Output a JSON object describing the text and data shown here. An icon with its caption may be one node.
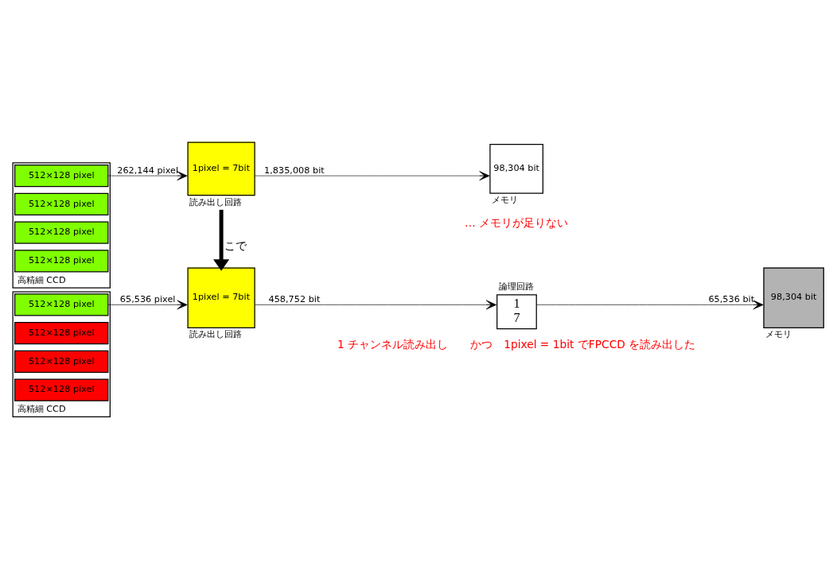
{
  "diagram": {
    "nodes": [
      {
        "text": [
          "高精細 CCD"
        ]
      },
      {
        "text": [
          "512×128 pixel"
        ],
        "in": 0
      },
      {
        "text": [
          "512×128 pixel"
        ],
        "in": 0
      },
      {
        "text": [
          "512×128 pixel"
        ],
        "in": 0
      },
      {
        "text": [
          "512×128 pixel"
        ],
        "in": 0
      },
      {
        "text": [
          "1pixel = 7bit"
        ],
        "beside": [
          "読み出し回路"
        ]
      },
      {
        "text": [
          "98,304 bit"
        ],
        "beside": [
          "メモリ"
        ]
      },
      {
        "text": [
          "高精細 CCD"
        ]
      },
      {
        "text": [
          "512×128 pixel"
        ],
        "in": 7
      },
      {
        "text": [
          "512×128 pixel"
        ],
        "in": 7
      },
      {
        "text": [
          "512×128 pixel"
        ],
        "in": 7
      },
      {
        "text": [
          "512×128 pixel"
        ],
        "in": 7
      },
      {
        "text": [
          "1pixel = 7bit"
        ],
        "beside": [
          "読み出し回路"
        ]
      },
      {
        "text": [
          "1",
          "7"
        ],
        "beside": [
          "論理回路"
        ]
      },
      {
        "text": [
          "98,304 bit"
        ],
        "beside": [
          "メモリ"
        ]
      }
    ],
    "edges": [
      {
        "from": 1,
        "to": 5,
        "arrow": "to",
        "label": "262,144 pixel"
      },
      {
        "from": 5,
        "to": 6,
        "arrow": "to",
        "label": "1,835,008 bit"
      },
      {
        "from": 5,
        "to": 12,
        "arrow": "to",
        "label": "こで",
        "style": "thick"
      },
      {
        "from": 8,
        "to": 12,
        "arrow": "to",
        "label": "65,536 pixel"
      },
      {
        "from": 12,
        "to": 13,
        "arrow": "to",
        "label": "458,752 bit"
      },
      {
        "from": 13,
        "to": 14,
        "arrow": "to",
        "label": "65,536 bit"
      }
    ],
    "labels": [
      "… メモリが足りない",
      "1 チャンネル読み出し　　かつ　1pixel = 1bit でFPCCD を読み出した"
    ]
  }
}
